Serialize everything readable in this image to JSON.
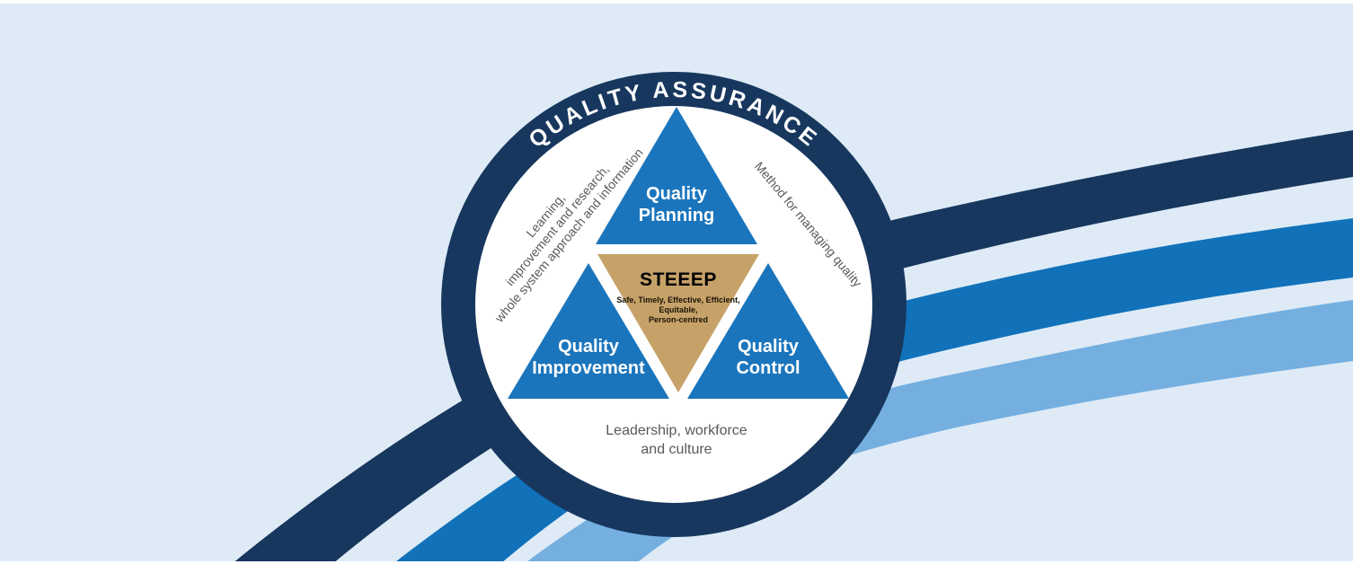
{
  "colors": {
    "background": "#DEEBF6",
    "edge_strip": "#FFFFFF",
    "ring_navy": "#17375E",
    "ring_inner": "#FFFFFF",
    "swoosh_dark": "#17375E",
    "swoosh_medium": "#1172BA",
    "swoosh_light": "#74AFE0",
    "triangle_blue": "#1B75BC",
    "triangle_tan": "#C6A269",
    "annotation_gray": "#595959"
  },
  "ring": {
    "title": "QUALITY ASSURANCE"
  },
  "triangles": {
    "planning": {
      "line1": "Quality",
      "line2": "Planning"
    },
    "improvement": {
      "line1": "Quality",
      "line2": "Improvement"
    },
    "control": {
      "line1": "Quality",
      "line2": "Control"
    },
    "steeep": {
      "heading": "STEEEP",
      "sub_line1": "Safe, Timely, Effective, Efficient,",
      "sub_line2": "Equitable,",
      "sub_line3": "Person-centred"
    }
  },
  "annotations": {
    "left": {
      "line1": "Learning,",
      "line2": "improvement and research,",
      "line3": "whole system approach and information"
    },
    "right": {
      "label": "Method for managing quality"
    },
    "bottom": {
      "line1": "Leadership, workforce",
      "line2": "and culture"
    }
  }
}
